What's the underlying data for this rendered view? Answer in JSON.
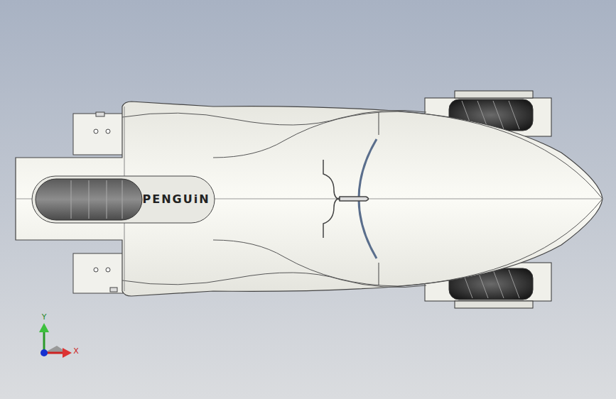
{
  "diagram": {
    "labels": [
      "PENGUiN",
      "Y",
      "X"
    ]
  }
}
